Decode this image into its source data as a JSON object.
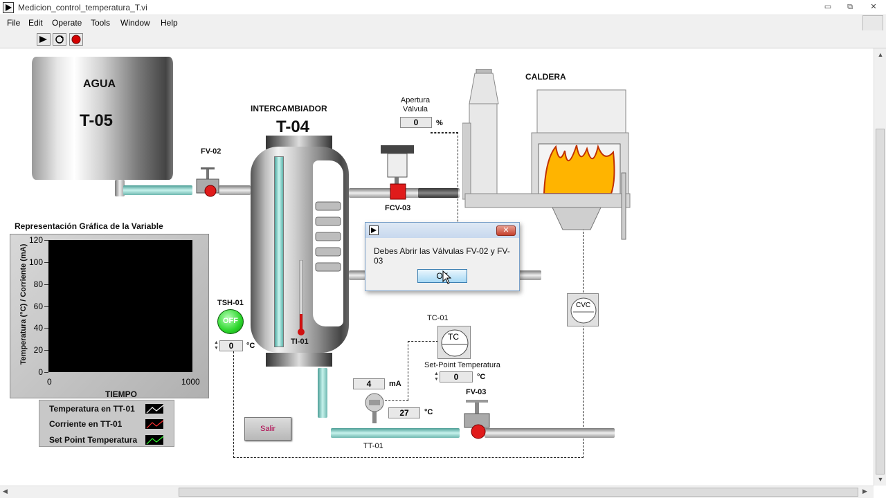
{
  "window": {
    "title": "Medicion_control_temperatura_T.vi",
    "minimize": "▭",
    "restore": "⧉",
    "close": "✕"
  },
  "menu": [
    "File",
    "Edit",
    "Operate",
    "Tools",
    "Window",
    "Help"
  ],
  "toolbar": {
    "run_icon": "run-arrow-icon",
    "run_cont_icon": "run-continuously-icon",
    "abort_icon": "abort-icon"
  },
  "tank_agua": {
    "label": "AGUA",
    "tag": "T-05"
  },
  "exchanger": {
    "label": "INTERCAMBIADOR",
    "tag": "T-04"
  },
  "boiler": {
    "label": "CALDERA"
  },
  "valves": {
    "fv02": "FV-02",
    "fcv03": "FCV-03",
    "fv03": "FV-03"
  },
  "apertura": {
    "label_line1": "Apertura",
    "label_line2": "Válvula",
    "value": "0",
    "unit": "%"
  },
  "tsh01": {
    "label": "TSH-01",
    "state": "OFF",
    "color": "#2bd62b"
  },
  "temp_display": {
    "value": "0",
    "unit": "°C"
  },
  "ti01": {
    "label": "TI-01"
  },
  "tc01": {
    "label": "TC-01",
    "symbol": "TC"
  },
  "setpoint": {
    "label": "Set-Point Temperatura",
    "value": "0",
    "unit": "°C"
  },
  "tt01": {
    "label": "TT-01",
    "current_value": "4",
    "current_unit": "mA",
    "temp_value": "27",
    "temp_unit": "°C"
  },
  "cvc": {
    "symbol": "CVC"
  },
  "dialog": {
    "message": "Debes Abrir las Válvulas FV-02 y FV-03",
    "ok": "OK",
    "close": "✕"
  },
  "salir": {
    "label": "Salir"
  },
  "chart_data": {
    "type": "line",
    "title": "Representación Gráfica de la Variable",
    "xlabel": "TIEMPO",
    "ylabel": "Temperatura (°C) / Corriente (mA)",
    "xlim": [
      0,
      1000
    ],
    "ylim": [
      0,
      120
    ],
    "x_ticks": [
      "0",
      "1000"
    ],
    "y_ticks": [
      "120",
      "100",
      "80",
      "60",
      "40",
      "20",
      "0"
    ],
    "series": [
      {
        "name": "Temperatura en TT-01",
        "color": "#ffffff",
        "values": []
      },
      {
        "name": "Corriente en TT-01",
        "color": "#ff3030",
        "values": []
      },
      {
        "name": "Set Point Temperatura",
        "color": "#30ff30",
        "values": []
      }
    ]
  }
}
